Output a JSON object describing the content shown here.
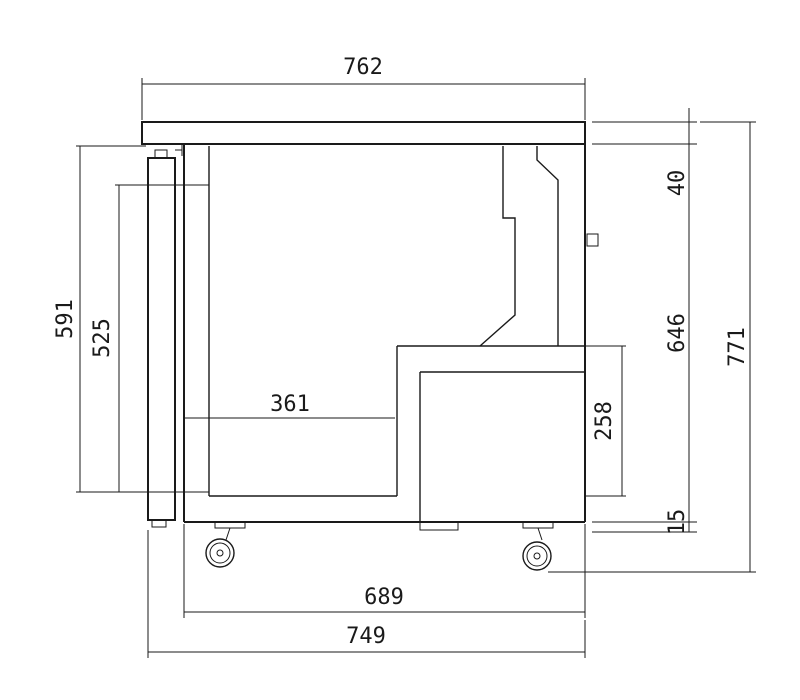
{
  "dimensions": {
    "top_width": "762",
    "height_upper": "40",
    "height_cabinet": "646",
    "height_total": "771",
    "door_height": "591",
    "inner_height": "525",
    "inner_width": "361",
    "compressor_height": "258",
    "leg_height": "15",
    "depth_body": "689",
    "depth_total": "749"
  },
  "colors": {
    "line": "#1a1a1a",
    "background": "#ffffff"
  }
}
